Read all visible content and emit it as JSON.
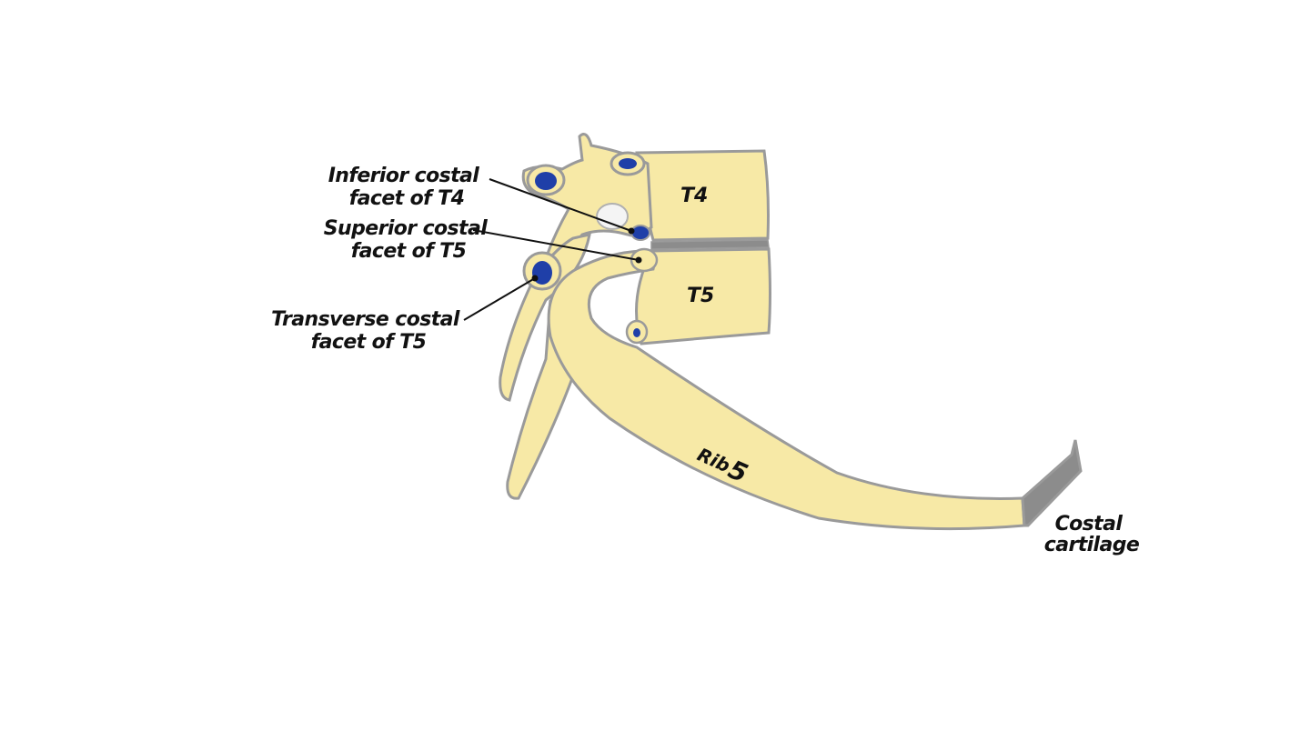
{
  "labels": {
    "t4": "T4",
    "t5": "T5",
    "rib": "Rib",
    "rib_number": "5",
    "inferior_facet": [
      "Inferior costal",
      "facet of T4"
    ],
    "superior_facet": [
      "Superior costal",
      "facet of T5"
    ],
    "transverse_facet": [
      "Transverse costal",
      "facet of T5"
    ],
    "costal_cartilage": [
      "Costal",
      "cartilage"
    ]
  },
  "colors": {
    "bone": "#f7e9a6",
    "outline": "#9a9a9a",
    "facet": "#1f3fa8",
    "disc": "#8c8c8c",
    "cartilage": "#8c8c8c",
    "background": "#ffffff"
  }
}
